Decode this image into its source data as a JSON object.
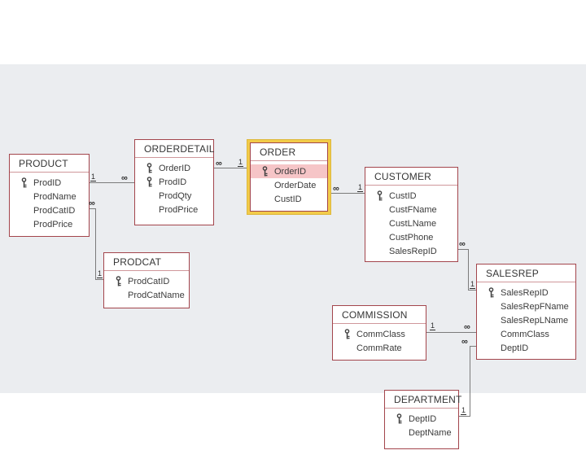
{
  "diagram": {
    "canvas": "relationships-canvas",
    "tables": [
      {
        "name": "PRODUCT",
        "selected": false,
        "fields": [
          {
            "name": "ProdID",
            "key": true
          },
          {
            "name": "ProdName",
            "key": false
          },
          {
            "name": "ProdCatID",
            "key": false
          },
          {
            "name": "ProdPrice",
            "key": false
          }
        ]
      },
      {
        "name": "ORDERDETAIL",
        "selected": false,
        "fields": [
          {
            "name": "OrderID",
            "key": true
          },
          {
            "name": "ProdID",
            "key": true
          },
          {
            "name": "ProdQty",
            "key": false
          },
          {
            "name": "ProdPrice",
            "key": false
          }
        ]
      },
      {
        "name": "ORDER",
        "selected": true,
        "selected_field": "OrderID",
        "fields": [
          {
            "name": "OrderID",
            "key": true,
            "highlighted": true
          },
          {
            "name": "OrderDate",
            "key": false
          },
          {
            "name": "CustID",
            "key": false
          }
        ]
      },
      {
        "name": "CUSTOMER",
        "selected": false,
        "fields": [
          {
            "name": "CustID",
            "key": true
          },
          {
            "name": "CustFName",
            "key": false
          },
          {
            "name": "CustLName",
            "key": false
          },
          {
            "name": "CustPhone",
            "key": false
          },
          {
            "name": "SalesRepID",
            "key": false
          }
        ]
      },
      {
        "name": "PRODCAT",
        "selected": false,
        "fields": [
          {
            "name": "ProdCatID",
            "key": true
          },
          {
            "name": "ProdCatName",
            "key": false
          }
        ]
      },
      {
        "name": "COMMISSION",
        "selected": false,
        "fields": [
          {
            "name": "CommClass",
            "key": true
          },
          {
            "name": "CommRate",
            "key": false
          }
        ]
      },
      {
        "name": "SALESREP",
        "selected": false,
        "fields": [
          {
            "name": "SalesRepID",
            "key": true
          },
          {
            "name": "SalesRepFName",
            "key": false
          },
          {
            "name": "SalesRepLName",
            "key": false
          },
          {
            "name": "CommClass",
            "key": false
          },
          {
            "name": "DeptID",
            "key": false
          }
        ]
      },
      {
        "name": "DEPARTMENT",
        "selected": false,
        "fields": [
          {
            "name": "DeptID",
            "key": true
          },
          {
            "name": "DeptName",
            "key": false
          }
        ]
      }
    ],
    "relationships": [
      {
        "one": "PRODUCT",
        "many": "ORDERDETAIL",
        "one_label": "1",
        "many_label": "∞"
      },
      {
        "one": "ORDER",
        "many": "ORDERDETAIL",
        "one_label": "1",
        "many_label": "∞"
      },
      {
        "one": "CUSTOMER",
        "many": "ORDER",
        "one_label": "1",
        "many_label": "∞"
      },
      {
        "one": "PRODCAT",
        "many": "PRODUCT",
        "one_label": "1",
        "many_label": "∞"
      },
      {
        "one": "SALESREP",
        "many": "CUSTOMER",
        "one_label": "1",
        "many_label": "∞"
      },
      {
        "one": "COMMISSION",
        "many": "SALESREP",
        "one_label": "1",
        "many_label": "∞"
      },
      {
        "one": "DEPARTMENT",
        "many": "SALESREP",
        "one_label": "1",
        "many_label": "∞"
      }
    ],
    "icons": {
      "primary_key": "key-icon"
    },
    "colors": {
      "canvas_bg": "#ebedf0",
      "table_border": "#a3454c",
      "title_separator": "#cf979b",
      "selection_border": "#f2cb49",
      "selected_row_bg": "#f6c5c7",
      "relationship_line": "#7b7b7b",
      "text": "#3b3b3b"
    }
  }
}
